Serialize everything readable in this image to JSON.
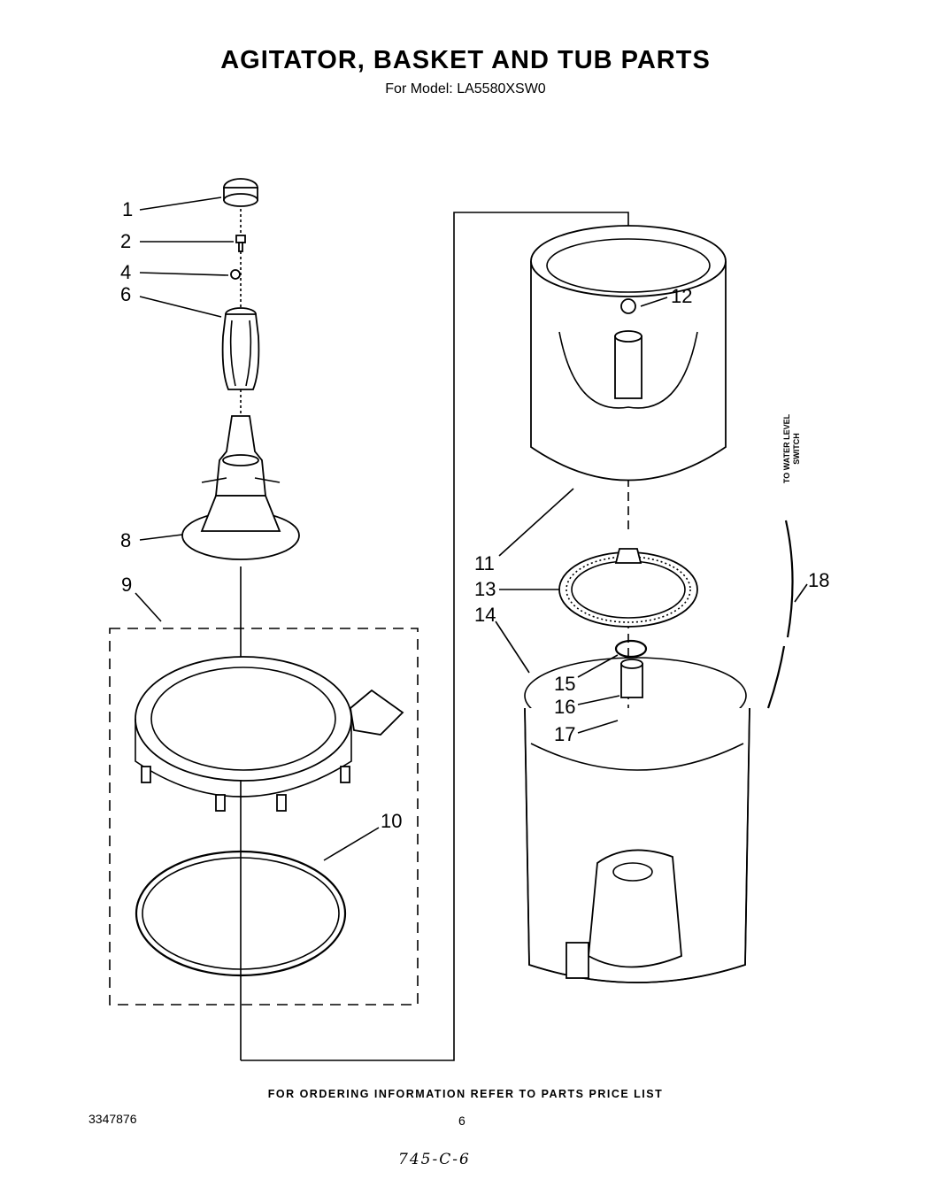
{
  "header": {
    "title": "AGITATOR, BASKET AND TUB PARTS",
    "subtitle": "For Model: LA5580XSW0"
  },
  "callouts": {
    "c1": "1",
    "c2": "2",
    "c4": "4",
    "c6": "6",
    "c8": "8",
    "c9": "9",
    "c10": "10",
    "c11": "11",
    "c12": "12",
    "c13": "13",
    "c14": "14",
    "c15": "15",
    "c16": "16",
    "c17": "17",
    "c18": "18"
  },
  "side_label": {
    "line1": "TO WATER LEVEL",
    "line2": "SWITCH"
  },
  "footer": {
    "ordering_note": "FOR ORDERING INFORMATION REFER TO PARTS PRICE LIST",
    "document_number": "3347876",
    "page_number": "6",
    "handwritten_note": "745-C-6"
  }
}
